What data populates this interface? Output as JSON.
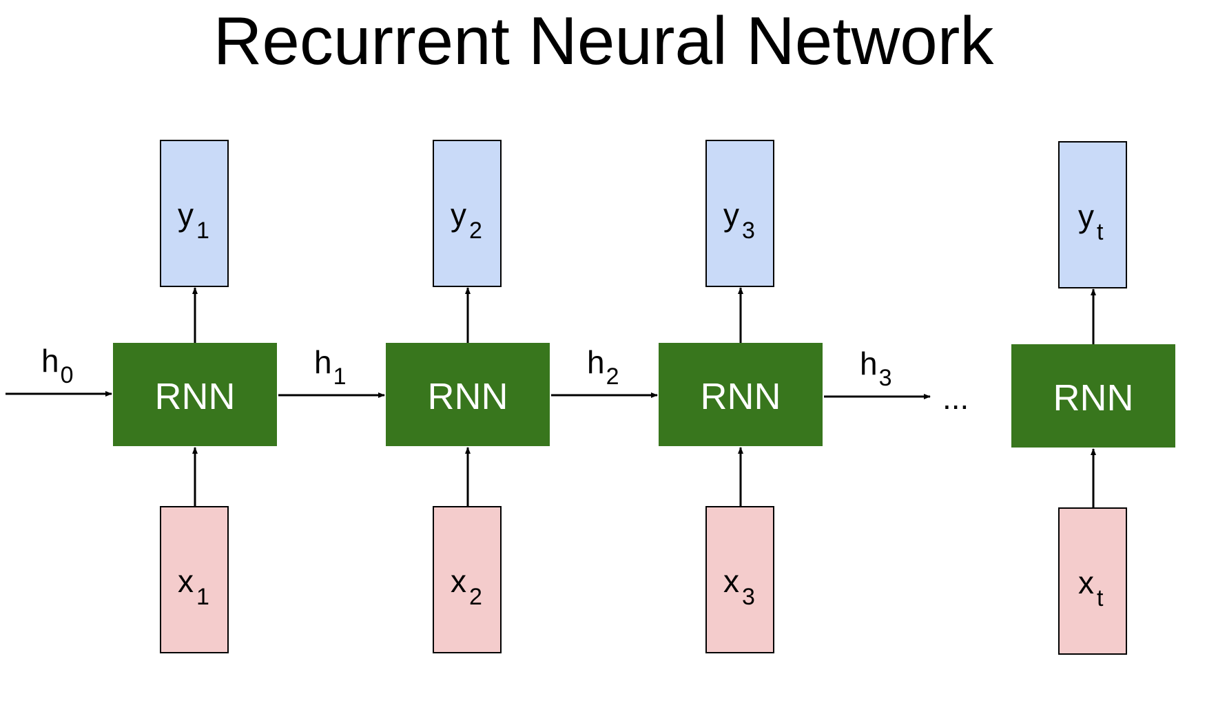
{
  "title": "Recurrent Neural Network",
  "colors": {
    "output": "#c9daf8",
    "input": "#f4cccc",
    "rnn": "#38761d",
    "rnn_text": "#ffffff",
    "line": "#000000"
  },
  "cells": [
    {
      "rnn_label": "RNN",
      "output": {
        "base": "y",
        "sub": "1"
      },
      "input": {
        "base": "x",
        "sub": "1"
      }
    },
    {
      "rnn_label": "RNN",
      "output": {
        "base": "y",
        "sub": "2"
      },
      "input": {
        "base": "x",
        "sub": "2"
      }
    },
    {
      "rnn_label": "RNN",
      "output": {
        "base": "y",
        "sub": "3"
      },
      "input": {
        "base": "x",
        "sub": "3"
      }
    },
    {
      "rnn_label": "RNN",
      "output": {
        "base": "y",
        "sub": "t"
      },
      "input": {
        "base": "x",
        "sub": "t"
      }
    }
  ],
  "hidden_states": [
    {
      "base": "h",
      "sub": "0"
    },
    {
      "base": "h",
      "sub": "1"
    },
    {
      "base": "h",
      "sub": "2"
    },
    {
      "base": "h",
      "sub": "3"
    }
  ],
  "ellipsis": "..."
}
